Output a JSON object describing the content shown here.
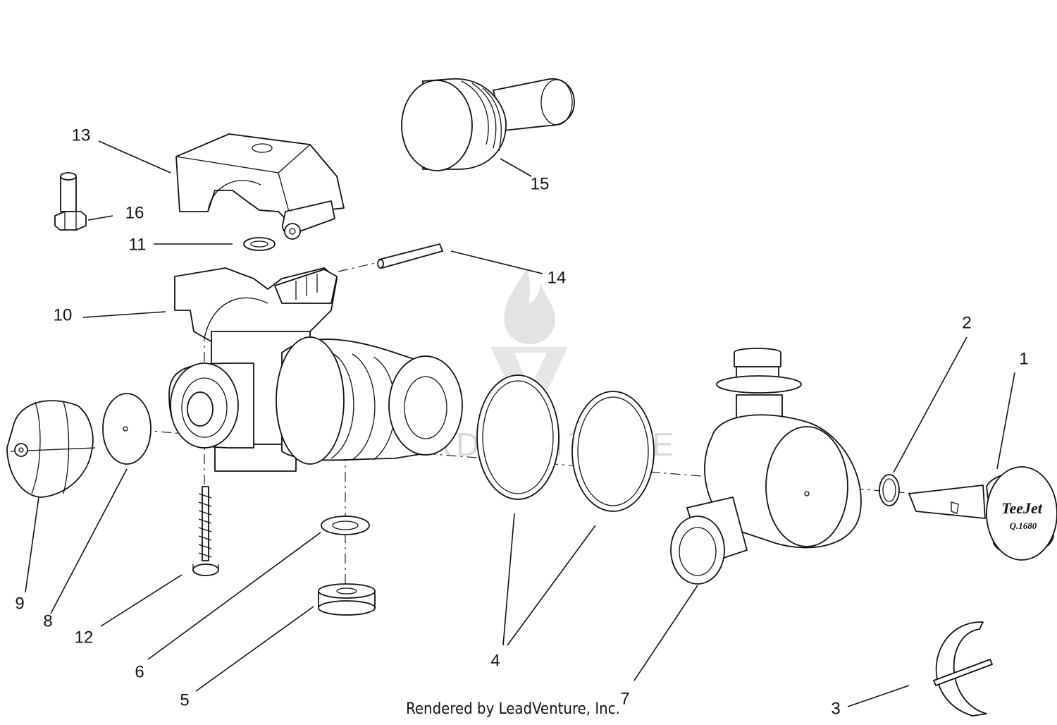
{
  "diagram": {
    "credit": "Rendered by LeadVenture, Inc.",
    "watermark": {
      "text": "LEADVENTURE",
      "color": "#d9d9d9"
    },
    "nozzle_brand": {
      "name": "TeeJet",
      "model": "Q.1680"
    },
    "line_color": "#111111",
    "callouts": [
      "1",
      "2",
      "3",
      "4",
      "5",
      "6",
      "7",
      "8",
      "9",
      "10",
      "11",
      "12",
      "13",
      "14",
      "15",
      "16"
    ]
  }
}
